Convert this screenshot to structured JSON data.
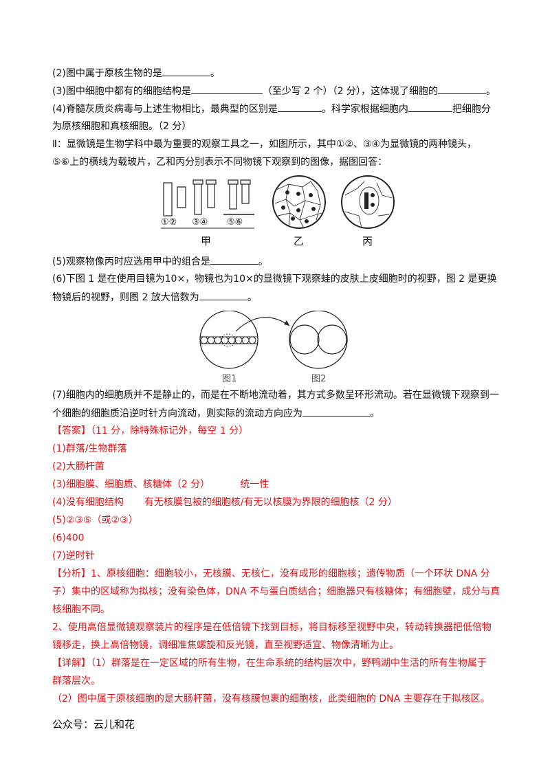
{
  "q2": {
    "text": "(2)图中属于原核生物的是",
    "end": "。"
  },
  "q3": {
    "a": "(3)图中细胞中都有的细胞结构是",
    "b": "（至少写 2 个）（2 分），这体现了细胞的",
    "end": "。"
  },
  "q4": {
    "line1a": "(4)脊髓灰质炎病毒与上述生物相比，最典型的区别是",
    "line1b": "。科学家根据细胞内",
    "line1c": "把细胞分",
    "line2": "为原核细胞和真核细胞。（2 分）"
  },
  "part2": {
    "line1": "Ⅱ：显微镜是生物学科中最为重要的观察工具之一，如图所示，其中①②、③④为显微镜的两种镜头，",
    "line2": "⑤⑥上的横线为载玻片，乙和丙分别表示不同物镜下观察到的图像，据图回答："
  },
  "fig_top": {
    "lens_labels": [
      "①②",
      "③④",
      "⑤⑥"
    ],
    "jia": "甲",
    "yi": "乙",
    "bing": "丙"
  },
  "q5": {
    "text": "(5)观察物像丙时应选用甲中的组合是",
    "end": "。"
  },
  "q6": {
    "line1": "(6)下图 1 是在使用目镜为10×，物镜也为10×的显微镜下观察蛙的皮肤上皮细胞时的视野，图 2 是更换",
    "line2a": "物镜后的视野，则图 2 放大倍数为",
    "end": "。"
  },
  "fig_mid": {
    "label1": "图1",
    "label2": "图2"
  },
  "q7": {
    "line1": "(7)细胞内的细胞质并不是静止的，而是在不断地流动着，其方式多数呈环形流动。若在显微镜下观察到一",
    "line2a": "个细胞的细胞质沿逆时针方向流动，则实际的流动方向应为",
    "end": "。"
  },
  "answer": {
    "header": "【答案】（11 分，除特殊标记外，每空 1 分）",
    "a1": "(1)群落/生物群落",
    "a2": "(2)大肠杆菌",
    "a3a": "(3)细胞膜、细胞质、核糖体（2 分）",
    "a3b": "统一性",
    "a4a": "(4)没有细胞结构",
    "a4b": "有无核膜包被的细胞核/有无以核膜为界限的细胞核（2 分）",
    "a5": "(5)②③⑤（或②③）",
    "a6": "(6)400",
    "a7": "(7)逆时针"
  },
  "analysis": {
    "l1": "【分析】1、原核细胞：细胞较小，无核膜、无核仁，没有成形的细胞核；遗传物质（一个环状 DNA 分",
    "l2": "子）集中的区域称为拟核；没有染色体，DNA 不与蛋白质结合；细胞器只有核糖体；有细胞壁，成分与真",
    "l3": "核细胞不同。",
    "l4": "2、使用高倍显微镜观察装片的程序是在低倍镜下找到目标，将目标移至视野中央，转动转换器把低倍物",
    "l5": "镜移走，换上高倍物镜，调细准焦螺旋和反光镜，直至视野适宜、物像清晰为止。"
  },
  "detail": {
    "l1": "【详解】（1）群落是在一定区域的所有生物，在生命系统的结构层次中，野鸭湖中生活的所有生物属于",
    "l2": "群落层次。",
    "l3": "（2）图中属于原核细胞的是大肠杆菌，没有核膜包裹的细胞核，此类细胞的 DNA 主要存在于拟核区。"
  },
  "footer": "公众号：云儿和花"
}
